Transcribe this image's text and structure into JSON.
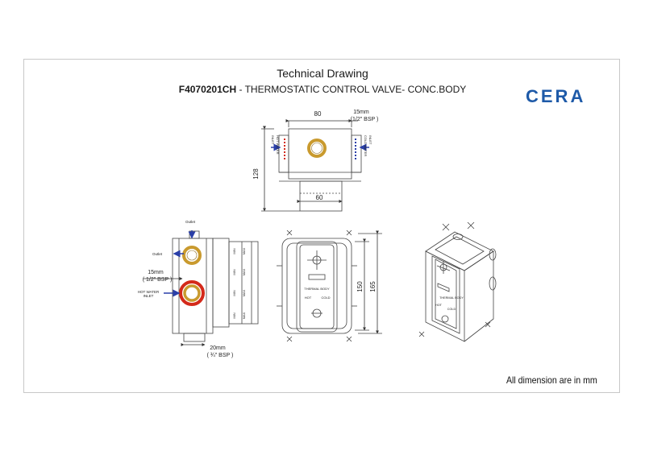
{
  "header": {
    "title": "Technical Drawing",
    "product_code": "F4070201CH",
    "product_desc": " - THERMOSTATIC CONTROL VALVE- CONC.BODY"
  },
  "brand": {
    "logo_text": "CERA",
    "color": "#1e5aa8"
  },
  "top_view": {
    "dim_width": "80",
    "dim_port_size": "15mm",
    "dim_port_thread": "(1/2\" BSP )",
    "dim_height": "128",
    "dim_base": "60",
    "label_hot_1": "HOT WATER",
    "label_hot_2": "INLET",
    "label_cold_1": "COLD WATER",
    "label_cold_2": "INLET"
  },
  "side_view": {
    "label_outlet_top": "Outlet",
    "label_outlet_left": "Outlet",
    "dim_port_size": "15mm",
    "dim_port_thread": "( 1/2\" BSP )",
    "label_hot_1": "HOT WATER",
    "label_hot_2": "INLET",
    "dim_bottom_size": "20mm",
    "dim_bottom_thread": "( ¾\" BSP )",
    "mark_min": "MIN",
    "mark_max": "MAX"
  },
  "front_view": {
    "dim_inner_height": "150",
    "dim_outer_height": "165",
    "label_body": "THERMAL BODY",
    "label_hot": "HOT",
    "label_cold": "COLD"
  },
  "iso_view": {
    "label_body": "THERMAL BODY",
    "label_hot": "HOT",
    "label_cold": "COLD"
  },
  "footer": {
    "note": "All dimension are in mm"
  },
  "colors": {
    "brass": "#c99a2e",
    "hot_ring": "#d42a1a",
    "arrow_blue": "#2a3fa8"
  }
}
